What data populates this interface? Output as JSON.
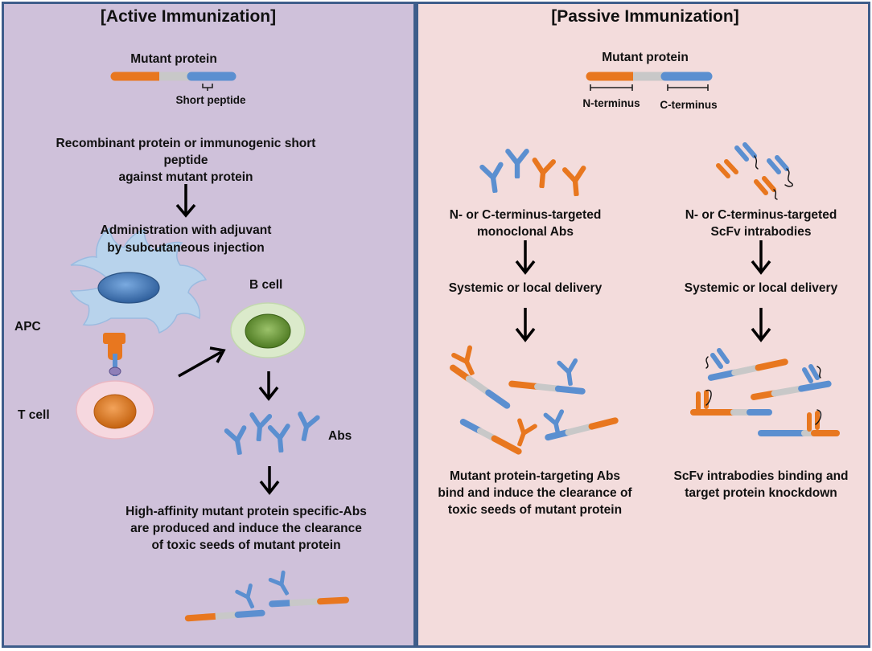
{
  "active": {
    "title": "[Active Immunization]",
    "mutant_protein_label": "Mutant protein",
    "short_peptide_label": "Short peptide",
    "step1_lines": [
      "Recombinant protein or immunogenic short",
      "peptide",
      "against mutant protein"
    ],
    "step2_lines": [
      "Administration with adjuvant",
      "by subcutaneous injection"
    ],
    "apc_label": "APC",
    "tcell_label": "T cell",
    "bcell_label": "B cell",
    "abs_label": "Abs",
    "result_lines": [
      "High-affinity mutant protein specific-Abs",
      "are produced and induce the clearance",
      "of toxic seeds of mutant protein"
    ]
  },
  "passive": {
    "title": "[Passive Immunization]",
    "mutant_protein_label": "Mutant protein",
    "n_terminus_label": "N-terminus",
    "c_terminus_label": "C-terminus",
    "left_target_lines": [
      "N- or C-terminus-targeted",
      "monoclonal Abs"
    ],
    "right_target_lines": [
      "N- or C-terminus-targeted",
      "ScFv intrabodies"
    ],
    "left_delivery": "Systemic or local delivery",
    "right_delivery": "Systemic or local delivery",
    "left_result_lines": [
      "Mutant protein-targeting Abs",
      "bind and induce the clearance of",
      "toxic seeds of mutant protein"
    ],
    "right_result_lines": [
      "ScFv intrabodies binding and",
      "target protein knockdown"
    ]
  },
  "colors": {
    "orange": "#e8771f",
    "gray": "#c8c8c8",
    "blue": "#5b8fd0",
    "active_bg": "#cfc1da",
    "passive_bg": "#f3dcdc",
    "border": "#3e5d8a"
  }
}
